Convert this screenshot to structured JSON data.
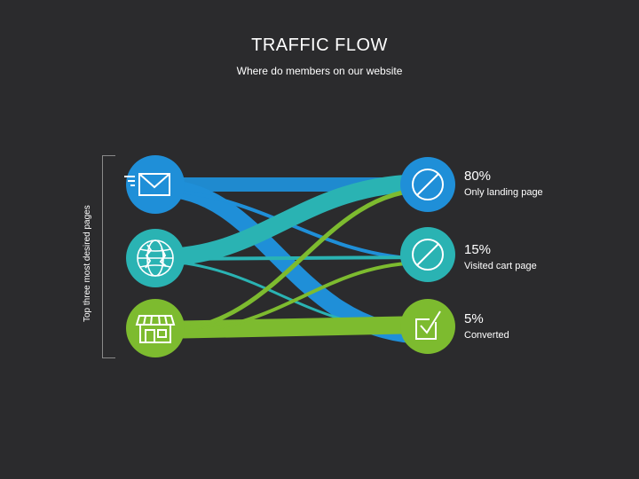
{
  "title": "TRAFFIC FLOW",
  "subtitle": "Where do members on our website",
  "side_label": "Top three most desired pages",
  "sources": [
    {
      "icon": "envelope-icon",
      "color": "#1f8fd8"
    },
    {
      "icon": "globe-icon",
      "color": "#2ab3b3"
    },
    {
      "icon": "store-icon",
      "color": "#7dbb2f"
    }
  ],
  "destinations": [
    {
      "icon": "no-entry-icon",
      "color": "#1f8fd8",
      "percent": "80%",
      "label": "Only landing page"
    },
    {
      "icon": "no-entry-icon",
      "color": "#2ab3b3",
      "percent": "15%",
      "label": "Visited cart page"
    },
    {
      "icon": "checkbox-icon",
      "color": "#7dbb2f",
      "percent": "5%",
      "label": "Converted"
    }
  ],
  "colors": {
    "background": "#2b2b2d",
    "blue": "#1f8fd8",
    "teal": "#2ab3b3",
    "green": "#7dbb2f"
  }
}
